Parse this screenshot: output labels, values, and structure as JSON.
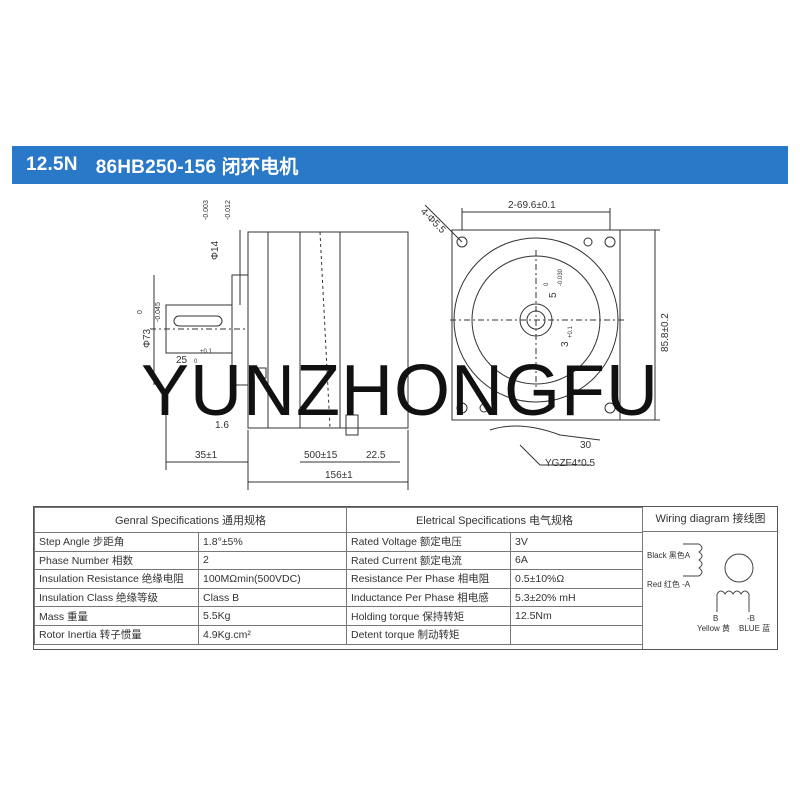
{
  "banner": {
    "torque": "12.5N",
    "model": "86HB250-156 闭环电机"
  },
  "watermark": "YUNZHONGFU",
  "drawing": {
    "shaft_dia": "Φ14",
    "shaft_tol_upper": "-0.003",
    "shaft_tol_lower": "-0.012",
    "boss_dia": "Φ73",
    "boss_tol_upper": "0",
    "boss_tol_lower": "-0.045",
    "key_len": "25",
    "key_tol_upper": "+0.1",
    "key_tol_lower": "0",
    "dim_14": "1.6",
    "dim_35": "35±1",
    "dim_500": "500±15",
    "dim_22": "22.5",
    "dim_156": "156±1",
    "holes": "4-Φ5.5",
    "hole_spacing": "2-69.6±0.1",
    "height": "85.8±0.2",
    "key_width": "5",
    "key_width_tol_upper": "0",
    "key_width_tol_lower": "-0.030",
    "key_depth": "3",
    "key_depth_tol": "+0.1",
    "cable_len": "30",
    "connector": "YGZF4*0.5"
  },
  "general": {
    "title": "Genral Specifications 通用规格",
    "rows": [
      {
        "label": "Step Angle 步距角",
        "value": "1.8°±5%"
      },
      {
        "label": "Phase Number 相数",
        "value": "2"
      },
      {
        "label": "Insulation Resistance 绝缘电阻",
        "value": "100MΩmin(500VDC)"
      },
      {
        "label": "Insulation Class 绝缘等级",
        "value": "Class B"
      },
      {
        "label": "Mass 重量",
        "value": "5.5Kg"
      },
      {
        "label": "Rotor Inertia 转子惯量",
        "value": "4.9Kg.cm²"
      }
    ]
  },
  "electrical": {
    "title": "Eletrical Specifications 电气规格",
    "rows": [
      {
        "label": "Rated Voltage 额定电压",
        "value": "3V"
      },
      {
        "label": "Rated Current 额定电流",
        "value": "6A"
      },
      {
        "label": "Resistance Per Phase 相电阻",
        "value": "0.5±10%Ω"
      },
      {
        "label": "Inductance Per Phase 相电感",
        "value": "5.3±20% mH"
      },
      {
        "label": "Holding torque 保持转矩",
        "value": "12.5Nm"
      },
      {
        "label": "Detent torque 制动转矩",
        "value": ""
      }
    ]
  },
  "wiring": {
    "title": "Wiring diagram 接线图",
    "black": "Black 黑色A",
    "red": "Red 红色 -A",
    "yellow_code": "B",
    "yellow": "Yellow 黄",
    "blue_code": "-B",
    "blue": "BLUE 蓝"
  }
}
